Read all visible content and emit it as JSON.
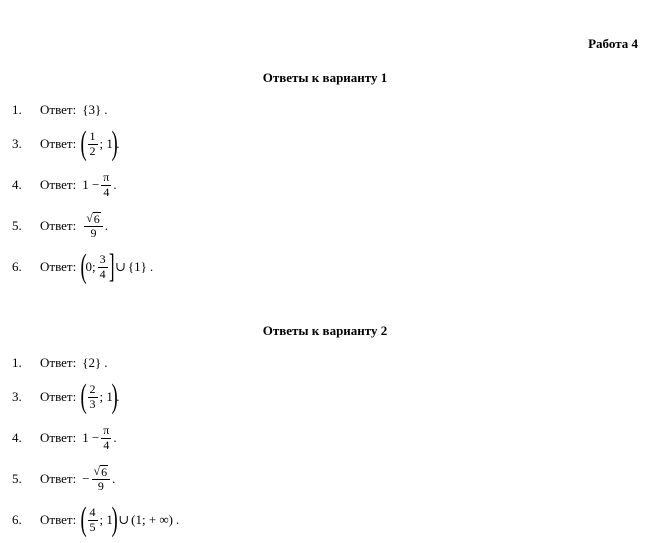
{
  "work_title": "Работа 4",
  "variant1": {
    "title": "Ответы к варианту 1",
    "items": [
      {
        "num": "1.",
        "label": "Ответ:",
        "text": "{3}",
        "end": "."
      },
      {
        "num": "3.",
        "label": "Ответ:",
        "open": "(",
        "frac_top": "1",
        "frac_bot": "2",
        "tail": "; 1",
        "close": ")",
        "end": "."
      },
      {
        "num": "4.",
        "label": "Ответ:",
        "pre": "1 −",
        "frac_top": "π",
        "frac_bot": "4",
        "end": "."
      },
      {
        "num": "5.",
        "label": "Ответ:",
        "sqrt_rad": "6",
        "frac_bot": "9",
        "end": "."
      },
      {
        "num": "6.",
        "label": "Ответ:",
        "open": "(",
        "head": "0;",
        "frac_top": "3",
        "frac_bot": "4",
        "close": "]",
        "union": "∪",
        "after": "{1}",
        "end": "."
      }
    ]
  },
  "variant2": {
    "title": "Ответы к варианту 2",
    "items": [
      {
        "num": "1.",
        "label": "Ответ:",
        "text": "{2}",
        "end": "."
      },
      {
        "num": "3.",
        "label": "Ответ:",
        "open": "(",
        "frac_top": "2",
        "frac_bot": "3",
        "tail": "; 1",
        "close": ")",
        "end": "."
      },
      {
        "num": "4.",
        "label": "Ответ:",
        "pre": "1 −",
        "frac_top": "π",
        "frac_bot": "4",
        "end": "."
      },
      {
        "num": "5.",
        "label": "Ответ:",
        "pre": "−",
        "sqrt_rad": "6",
        "frac_bot": "9",
        "end": "."
      },
      {
        "num": "6.",
        "label": "Ответ:",
        "open": "(",
        "frac_top": "4",
        "frac_bot": "5",
        "tail": "; 1",
        "close": ")",
        "union": "∪",
        "after": "(1; + ∞)",
        "end": "."
      }
    ]
  }
}
